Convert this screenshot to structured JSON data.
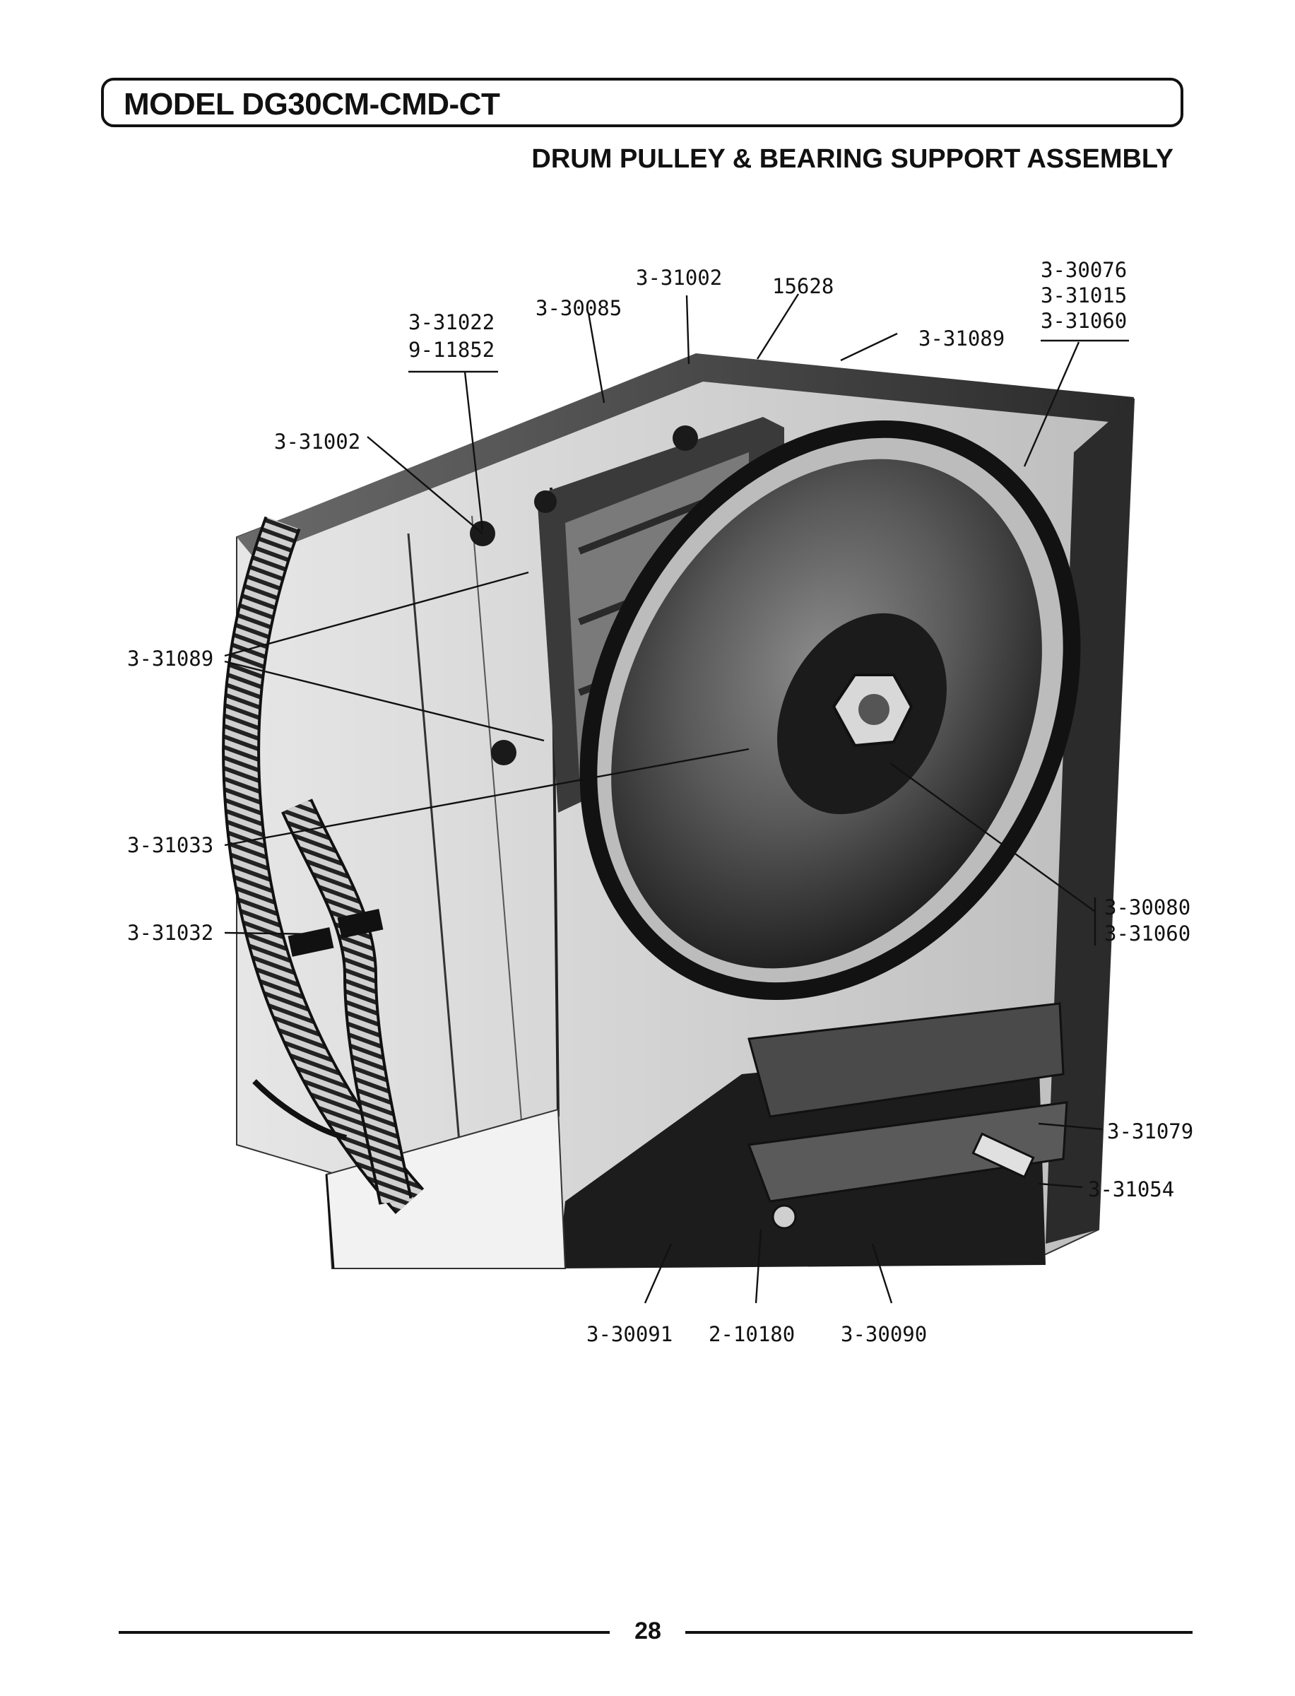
{
  "header": {
    "model_title": "MODEL DG30CM-CMD-CT",
    "section_title": "DRUM PULLEY & BEARING SUPPORT ASSEMBLY"
  },
  "callouts": {
    "top_2": {
      "a": "3-31022",
      "b": "9-11852"
    },
    "top_3": "3-30085",
    "top_4": "3-31002",
    "top_5": "15628",
    "top_6": "3-31089",
    "top_7": {
      "a": "3-30076",
      "b": "3-31015",
      "c": "3-31060"
    },
    "left_1": "3-31002",
    "left_2": "3-31089",
    "left_3": "3-31033",
    "left_4": "3-31032",
    "right_1": {
      "a": "3-30080",
      "b": "3-31060"
    },
    "right_2": "3-31079",
    "right_3": "3-31054",
    "bottom_1": "3-30091",
    "bottom_2": "2-10180",
    "bottom_3": "3-30090"
  },
  "footer": {
    "page_number": "28"
  },
  "colors": {
    "ink": "#111111",
    "paper": "#ffffff",
    "photo_dark": "#1a1a1a",
    "photo_mid": "#6e6e6e",
    "photo_light": "#d6d6d6"
  },
  "icons": {
    "drum_pulley": "pulley-icon",
    "bearing_support": "bearing-support-icon",
    "conduit": "conduit-icon"
  }
}
